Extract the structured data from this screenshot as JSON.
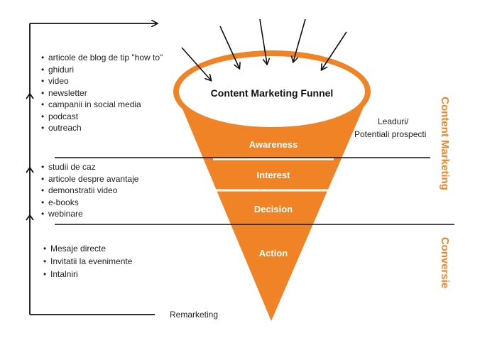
{
  "funnel": {
    "title": "Content Marketing Funnel",
    "stages": [
      {
        "label": "Awareness"
      },
      {
        "label": "Interest"
      },
      {
        "label": "Decision"
      },
      {
        "label": "Action"
      }
    ]
  },
  "lists": {
    "awareness": [
      "articole de blog de tip \"how to\"",
      "ghiduri",
      "video",
      "newsletter",
      "campanii in social media",
      "podcast",
      "outreach"
    ],
    "consideration": [
      "studii de caz",
      "articole despre avantaje",
      "demonstratii video",
      "e-books",
      "webinare"
    ],
    "conversion": [
      "Mesaje directe",
      "Invitatii la evenimente",
      "Intalniri"
    ]
  },
  "labels": {
    "leads_line1": "Leaduri/",
    "leads_line2": "Potentiali prospecti",
    "remarketing": "Remarketing",
    "content_marketing": "Content Marketing",
    "conversie": "Conversie"
  },
  "colors": {
    "accent": "#f08326",
    "line": "#111111",
    "text": "#222222"
  }
}
